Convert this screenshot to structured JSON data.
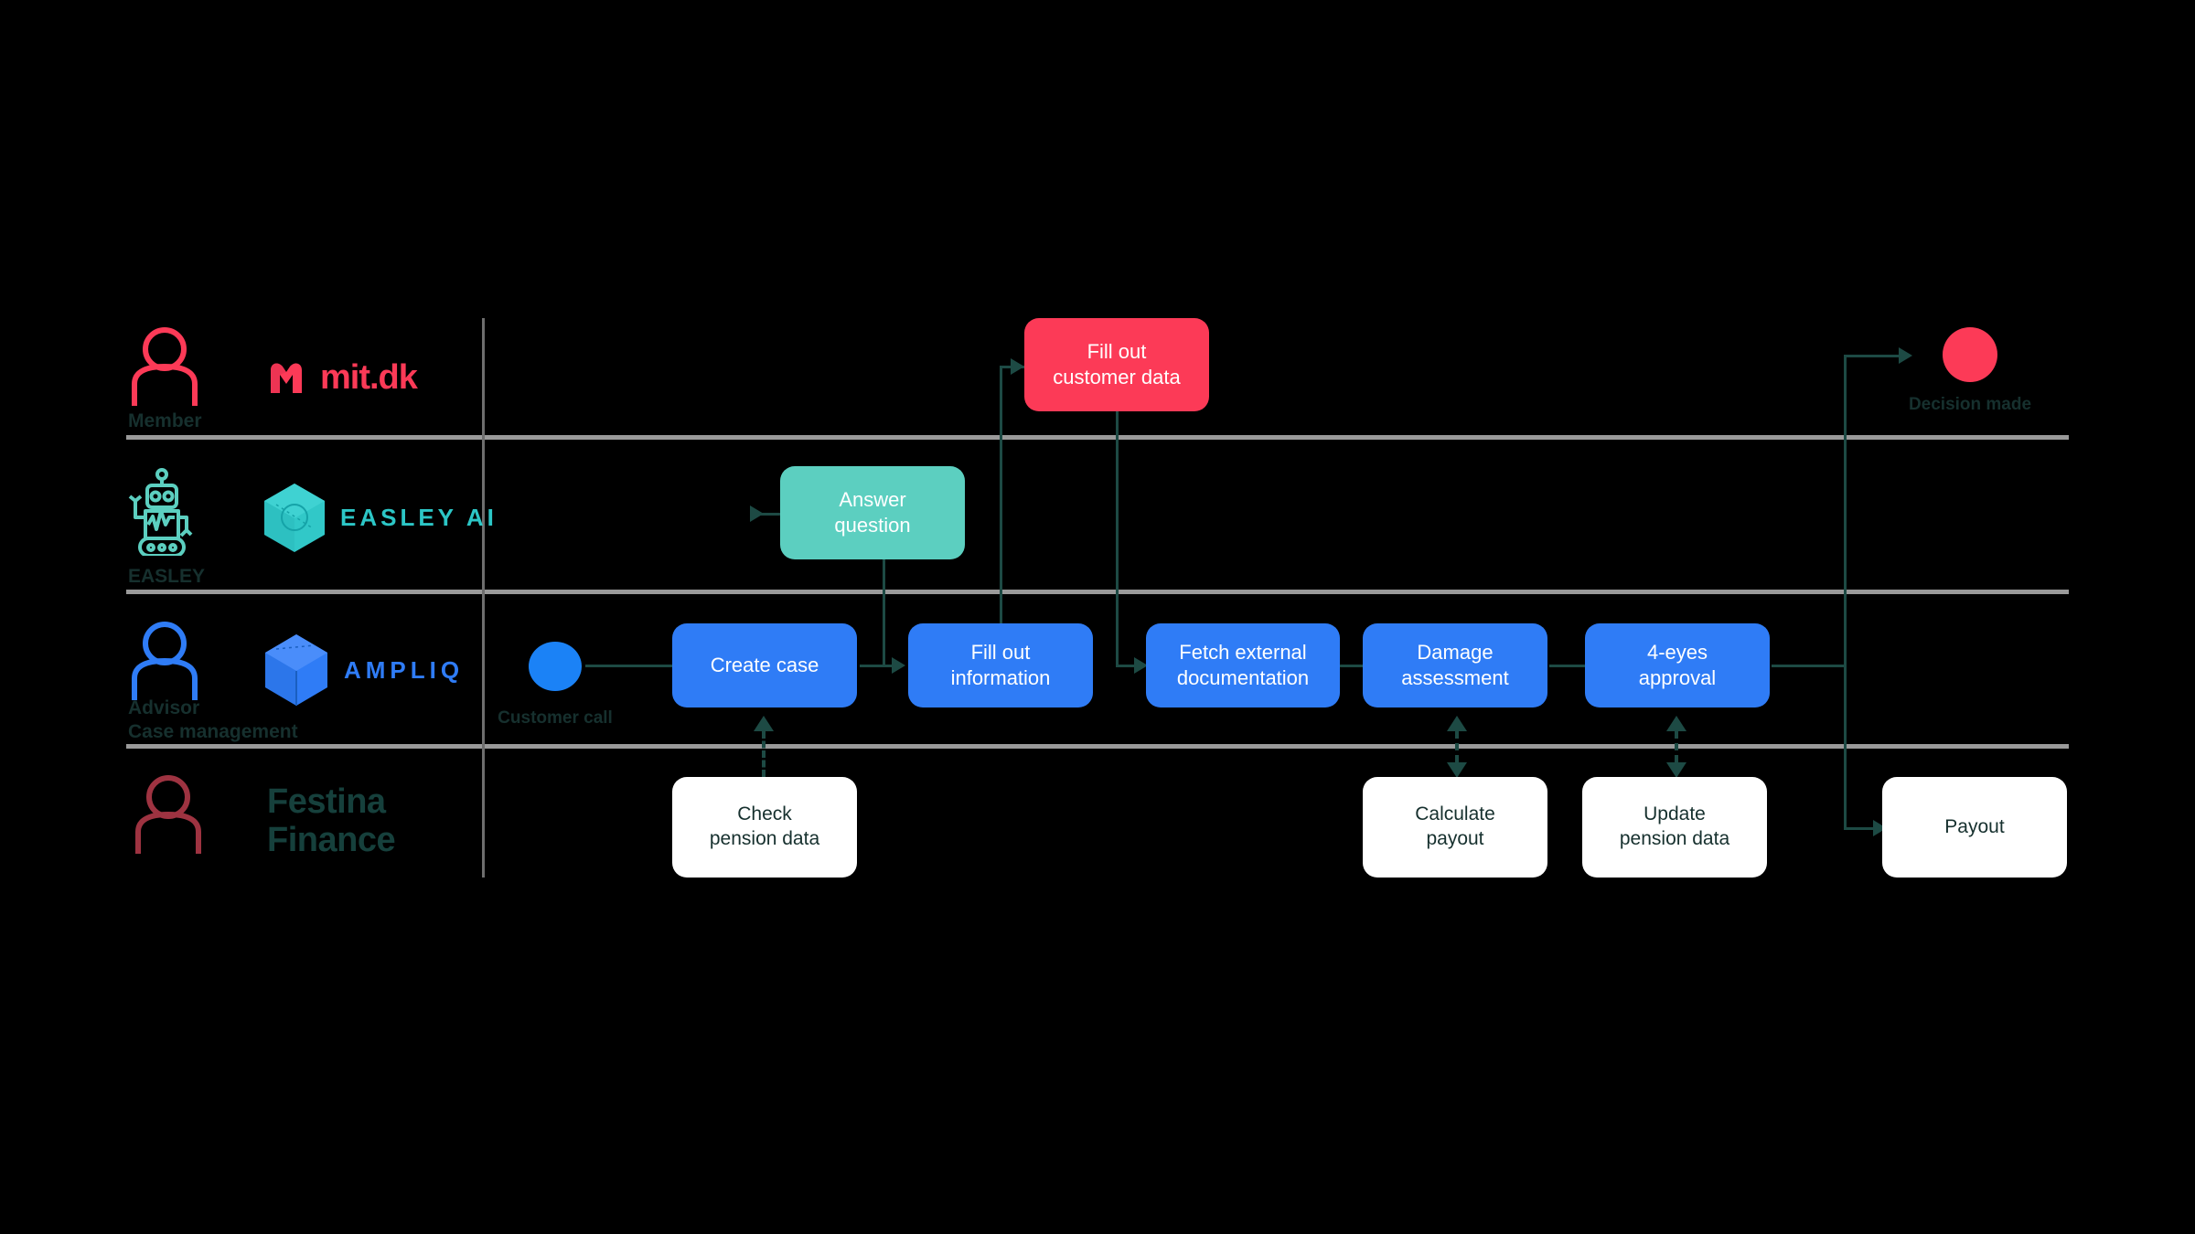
{
  "diagram": {
    "title": "Pension case handling swimlane flow",
    "colors": {
      "member": "#fc3a57",
      "easley": "#5ccfc0",
      "advisor": "#2f7cf6",
      "festina": "#9e3341",
      "festina_text": "#16403c",
      "connector": "#1d4a44",
      "lane_divider": "#9a9a9a",
      "background": "#000000"
    }
  },
  "lanes": [
    {
      "id": "member",
      "role_label": "Member",
      "icon": "person-icon",
      "logo_name": "mitdk-logo",
      "logo_text": "mit.dk",
      "logo_mark": "m-mark-icon"
    },
    {
      "id": "easley",
      "role_label": "EASLEY",
      "icon": "robot-icon",
      "logo_name": "easley-ai-logo",
      "logo_text": "EASLEY AI",
      "logo_mark": "hexagon-cube-icon"
    },
    {
      "id": "advisor",
      "role_label": "Advisor\nCase management",
      "icon": "person-icon",
      "logo_name": "ampliq-logo",
      "logo_text": "AMPLIQ",
      "logo_mark": "cube-icon"
    },
    {
      "id": "festina",
      "role_label": "",
      "icon": "person-icon",
      "logo_name": "festina-finance-logo",
      "logo_text": "Festina\nFinance",
      "logo_mark": ""
    }
  ],
  "nodes": {
    "fill_out_customer_data": {
      "label": "Fill out\ncustomer data",
      "lane": "member",
      "type": "task",
      "color": "#fc3a57"
    },
    "decision_made": {
      "label": "Decision made",
      "lane": "member",
      "type": "end-event",
      "color": "#fc3a57"
    },
    "answer_question": {
      "label": "Answer\nquestion",
      "lane": "easley",
      "type": "task",
      "color": "#5ccfc0"
    },
    "customer_call": {
      "label": "Customer call",
      "lane": "advisor",
      "type": "start-event",
      "color": "#1b82f6"
    },
    "create_case": {
      "label": "Create case",
      "lane": "advisor",
      "type": "task",
      "color": "#2f7cf6"
    },
    "fill_out_information": {
      "label": "Fill out\ninformation",
      "lane": "advisor",
      "type": "task",
      "color": "#2f7cf6"
    },
    "fetch_external_documentation": {
      "label": "Fetch external\ndocumentation",
      "lane": "advisor",
      "type": "task",
      "color": "#2f7cf6"
    },
    "damage_assessment": {
      "label": "Damage\nassessment",
      "lane": "advisor",
      "type": "task",
      "color": "#2f7cf6"
    },
    "four_eyes_approval": {
      "label": "4-eyes\napproval",
      "lane": "advisor",
      "type": "task",
      "color": "#2f7cf6"
    },
    "check_pension_data": {
      "label": "Check\npension data",
      "lane": "festina",
      "type": "task",
      "color": "#ffffff"
    },
    "calculate_payout": {
      "label": "Calculate\npayout",
      "lane": "festina",
      "type": "task",
      "color": "#ffffff"
    },
    "update_pension_data": {
      "label": "Update\npension data",
      "lane": "festina",
      "type": "task",
      "color": "#ffffff"
    },
    "payout": {
      "label": "Payout",
      "lane": "festina",
      "type": "task",
      "color": "#ffffff"
    }
  },
  "flows": [
    {
      "from": "customer_call",
      "to": "create_case",
      "style": "solid"
    },
    {
      "from": "create_case",
      "to": "answer_question",
      "style": "solid"
    },
    {
      "from": "create_case",
      "to": "fill_out_information",
      "style": "solid"
    },
    {
      "from": "answer_question",
      "to": "fill_out_information",
      "style": "solid"
    },
    {
      "from": "fill_out_information",
      "to": "fill_out_customer_data",
      "style": "solid"
    },
    {
      "from": "fill_out_customer_data",
      "to": "fetch_external_documentation",
      "style": "solid"
    },
    {
      "from": "fetch_external_documentation",
      "to": "damage_assessment",
      "style": "solid"
    },
    {
      "from": "damage_assessment",
      "to": "four_eyes_approval",
      "style": "solid"
    },
    {
      "from": "four_eyes_approval",
      "to": "decision_made",
      "style": "solid"
    },
    {
      "from": "four_eyes_approval",
      "to": "payout",
      "style": "solid"
    },
    {
      "from": "check_pension_data",
      "to": "create_case",
      "style": "dashed",
      "direction": "up"
    },
    {
      "from": "damage_assessment",
      "to": "calculate_payout",
      "style": "dashed",
      "direction": "both"
    },
    {
      "from": "four_eyes_approval",
      "to": "update_pension_data",
      "style": "dashed",
      "direction": "both"
    }
  ]
}
